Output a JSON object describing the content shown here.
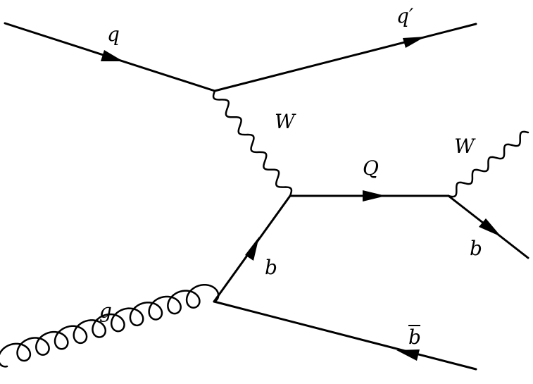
{
  "diagram": {
    "line_color": "#000000",
    "background": "#ffffff",
    "labels": {
      "q": "q",
      "q_prime": "q′",
      "w_exchange": "W",
      "w_decay": "W",
      "heavy_quark": "Q",
      "b_decay": "b",
      "b_internal": "b",
      "gluon": "g",
      "b_bar": "b"
    }
  }
}
